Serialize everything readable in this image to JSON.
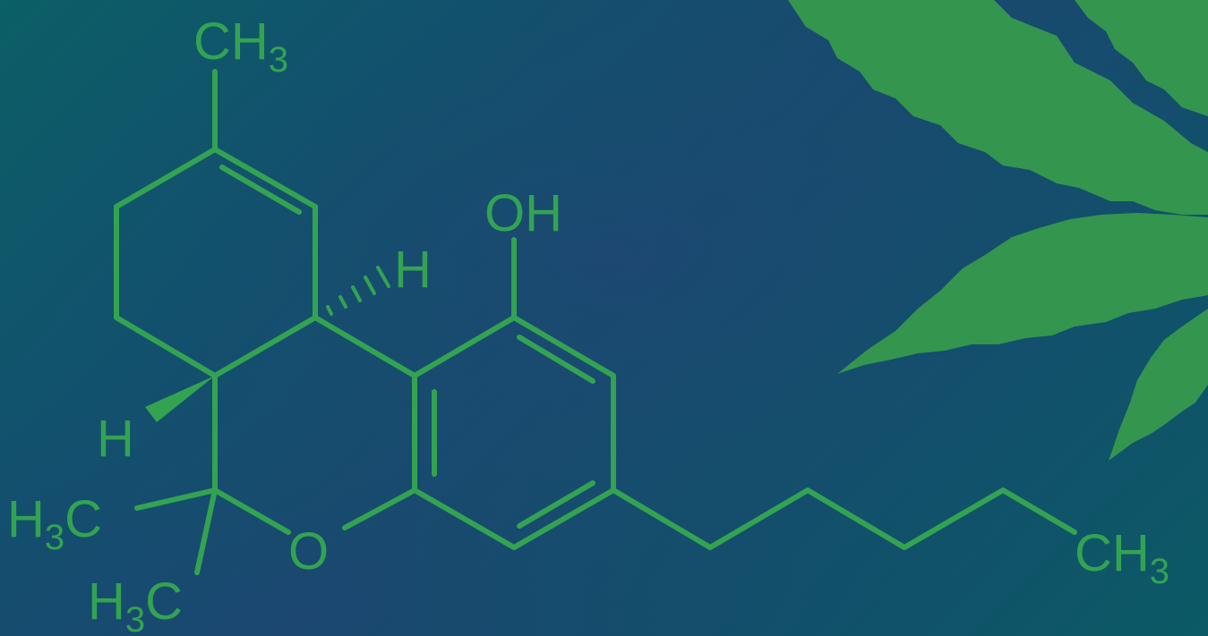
{
  "colors": {
    "background_start": "#0b5f66",
    "background_mid": "#1b4770",
    "structure": "#33a352",
    "leaf": "#34954f"
  },
  "molecule": {
    "atoms": {
      "methyl_top": {
        "main": "CH",
        "sub": "3"
      },
      "hydroxyl": "OH",
      "hydrogen_upper": "H",
      "hydrogen_lower": "H",
      "methyl_left": {
        "main": "H",
        "sub": "3",
        "tail": "C"
      },
      "methyl_bottom": {
        "main": "H",
        "sub": "3",
        "tail": "C"
      },
      "oxygen": "O",
      "methyl_chain_end": {
        "main": "CH",
        "sub": "3"
      }
    }
  }
}
